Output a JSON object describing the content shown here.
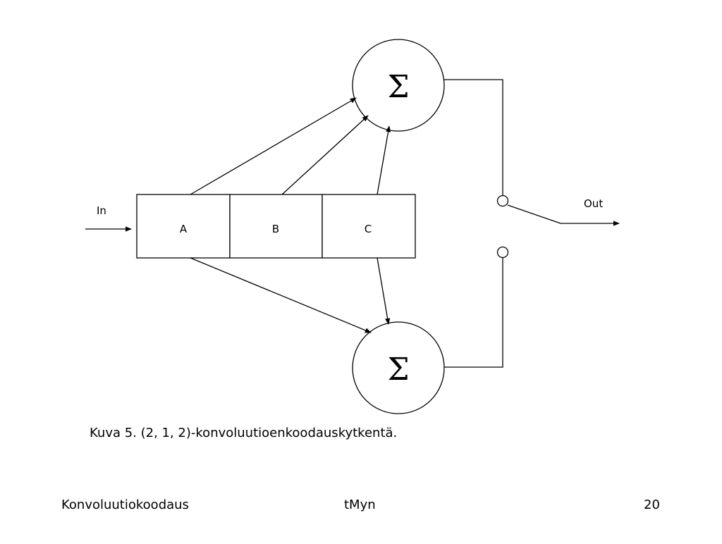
{
  "diagram": {
    "input_label": "In",
    "output_label": "Out",
    "registers": [
      "A",
      "B",
      "C"
    ],
    "summers": [
      "Σ",
      "Σ"
    ]
  },
  "caption": "Kuva 5. (2, 1, 2)-konvoluutioenkoodauskytkentä.",
  "footer": {
    "left": "Konvoluutiokoodaus",
    "center": "tMyn",
    "page_number": "20"
  }
}
